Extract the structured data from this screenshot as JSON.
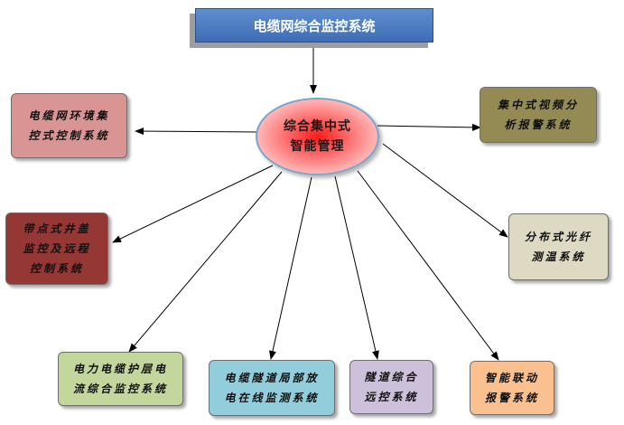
{
  "title": "电缆网综合监控系统",
  "hub": {
    "line1": "综合集中式",
    "line2": "智能管理"
  },
  "nodes": [
    {
      "id": "env",
      "line1": "电缆网环境集",
      "line2": "控式控制系统",
      "color": "#d99594"
    },
    {
      "id": "pump",
      "line1": "带点式井盖",
      "line2": "监控及远程",
      "line3": "控制系统",
      "color": "#953735"
    },
    {
      "id": "current",
      "line1": "电力电缆护层电",
      "line2": "流综合监控系统",
      "color": "#c3d69b"
    },
    {
      "id": "discharge",
      "line1": "电缆隧道局部放",
      "line2": "电在线监测系统",
      "color": "#92cddc"
    },
    {
      "id": "tunnel",
      "line1": "隧道综合",
      "line2": "远控系统",
      "color": "#ccc0da"
    },
    {
      "id": "alarm",
      "line1": "智能联动",
      "line2": "报警系统",
      "color": "#fac08f"
    },
    {
      "id": "fiber",
      "line1": "分布式光纤",
      "line2": "测温系统",
      "color": "#ddd9c3"
    },
    {
      "id": "video",
      "line1": "集中式视频分",
      "line2": "析报警系统",
      "color": "#948a54"
    }
  ]
}
